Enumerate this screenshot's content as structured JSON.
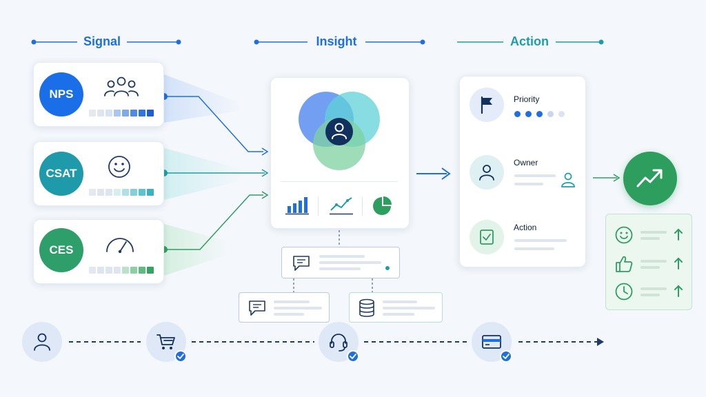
{
  "stages": {
    "signal": "Signal",
    "insight": "Insight",
    "action": "Action"
  },
  "metrics": [
    {
      "label": "NPS",
      "color": "#1a6ee8",
      "squares": [
        "#e4e9f1",
        "#dfe5ee",
        "#d6e3f7",
        "#a9c6f2",
        "#7fa9ee",
        "#4c8be9",
        "#2f74e2",
        "#1a5fd6"
      ]
    },
    {
      "label": "CSAT",
      "color": "#1f9aaa",
      "squares": [
        "#e4e9f1",
        "#dfe5ee",
        "#dfe5ee",
        "#d7eef1",
        "#aee0e6",
        "#82d0da",
        "#5cc3d0",
        "#3bb2c2"
      ]
    },
    {
      "label": "CES",
      "color": "#2e9e6a",
      "squares": [
        "#e4e9f1",
        "#dfe5ee",
        "#dfe5ee",
        "#dfe5ee",
        "#b9e2c8",
        "#8ed0a6",
        "#5ebc82",
        "#34a55f"
      ]
    }
  ],
  "action_panel": {
    "priority": "Priority",
    "owner": "Owner",
    "action": "Action"
  },
  "colors": {
    "blue": "#1f6fe0",
    "teal": "#1e9cab",
    "green": "#2e9e5e",
    "navy": "#0f1f3d"
  },
  "icons": {
    "users": "users-icon",
    "smiley": "smiley-icon",
    "gauge": "gauge-icon",
    "bar_chart": "bar-chart-icon",
    "line_chart": "line-chart-icon",
    "pie_chart": "pie-chart-icon",
    "flag": "flag-icon",
    "person": "person-icon",
    "checkbox": "checkbox-icon",
    "trend_up": "trend-up-icon",
    "thumbs_up": "thumbs-up-icon",
    "clock": "clock-icon",
    "chat": "chat-icon",
    "database": "database-icon",
    "cart": "cart-icon",
    "headset": "headset-icon",
    "credit_card": "credit-card-icon"
  }
}
